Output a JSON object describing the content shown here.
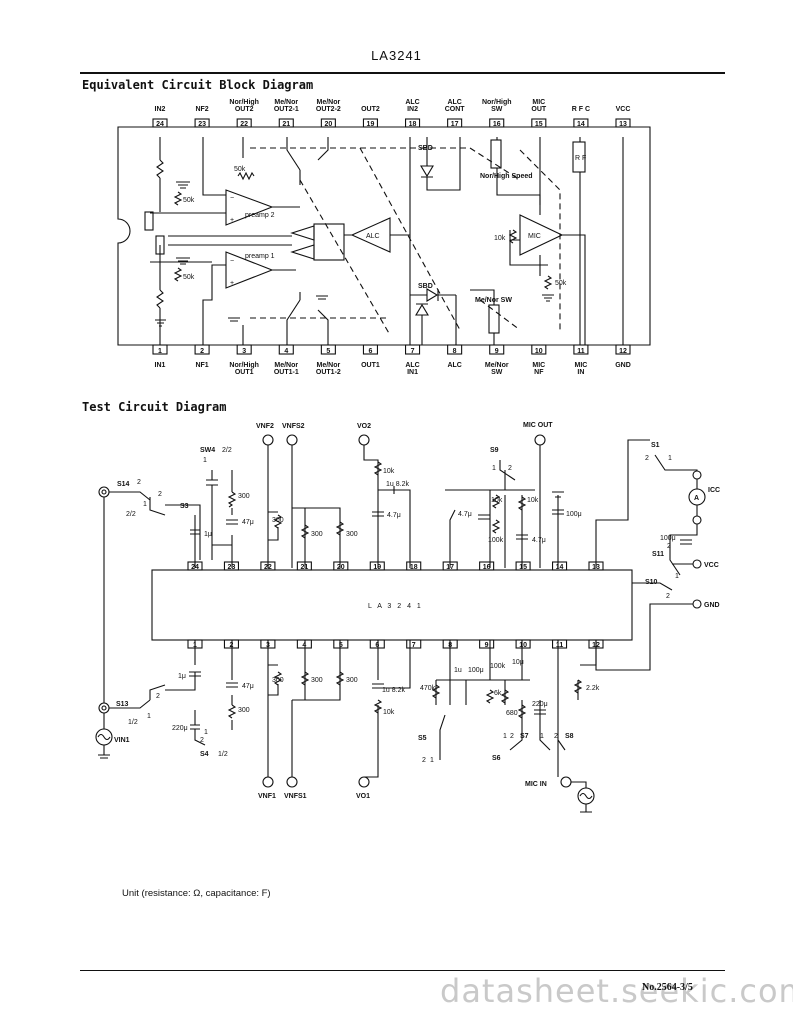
{
  "header": {
    "part_number": "LA3241"
  },
  "block_diagram": {
    "title": "Equivalent Circuit Block Diagram",
    "top_pins": [
      {
        "num": "24",
        "name": [
          "IN2"
        ]
      },
      {
        "num": "23",
        "name": [
          "NF2"
        ]
      },
      {
        "num": "22",
        "name": [
          "Nor/High",
          "OUT2"
        ]
      },
      {
        "num": "21",
        "name": [
          "Me/Nor",
          "OUT2-1"
        ]
      },
      {
        "num": "20",
        "name": [
          "Me/Nor",
          "OUT2-2"
        ]
      },
      {
        "num": "19",
        "name": [
          "OUT2"
        ]
      },
      {
        "num": "18",
        "name": [
          "ALC",
          "IN2"
        ]
      },
      {
        "num": "17",
        "name": [
          "ALC",
          "CONT"
        ]
      },
      {
        "num": "16",
        "name": [
          "Nor/High",
          "SW"
        ]
      },
      {
        "num": "15",
        "name": [
          "MIC",
          "OUT"
        ]
      },
      {
        "num": "14",
        "name": [
          "R F C"
        ]
      },
      {
        "num": "13",
        "name": [
          "VCC"
        ]
      }
    ],
    "bottom_pins": [
      {
        "num": "1",
        "name": [
          "IN1"
        ]
      },
      {
        "num": "2",
        "name": [
          "NF1"
        ]
      },
      {
        "num": "3",
        "name": [
          "Nor/High",
          "OUT1"
        ]
      },
      {
        "num": "4",
        "name": [
          "Me/Nor",
          "OUT1-1"
        ]
      },
      {
        "num": "5",
        "name": [
          "Me/Nor",
          "OUT1-2"
        ]
      },
      {
        "num": "6",
        "name": [
          "OUT1"
        ]
      },
      {
        "num": "7",
        "name": [
          "ALC",
          "IN1"
        ]
      },
      {
        "num": "8",
        "name": [
          "ALC"
        ]
      },
      {
        "num": "9",
        "name": [
          "Me/Nor",
          "SW"
        ]
      },
      {
        "num": "10",
        "name": [
          "MIC",
          "NF"
        ]
      },
      {
        "num": "11",
        "name": [
          "MIC",
          "IN"
        ]
      },
      {
        "num": "12",
        "name": [
          "GND"
        ]
      }
    ],
    "labels": {
      "preamp2": "preamp 2",
      "preamp1": "preamp 1",
      "alc": "ALC",
      "mic": "MIC",
      "sbd_top": "SBD",
      "sbd_bottom": "SBD",
      "nor_high_speed": "Nor/High Speed",
      "me_nor_sw": "Me/Nor SW",
      "rfc_box": "R F",
      "r_50k_a": "50k",
      "r_50k_b": "50k",
      "r_50k_c": "50k",
      "r_50k_d": "50k",
      "r_10k": "10k"
    }
  },
  "test_circuit": {
    "title": "Test Circuit Diagram",
    "ic_label": "L A 3 2 4 1",
    "top_pins": [
      "24",
      "23",
      "22",
      "21",
      "20",
      "19",
      "18",
      "17",
      "16",
      "15",
      "14",
      "13"
    ],
    "bottom_pins": [
      "1",
      "2",
      "3",
      "4",
      "5",
      "6",
      "7",
      "8",
      "9",
      "10",
      "11",
      "12"
    ],
    "terminals": {
      "vnf2": "VNF2",
      "vnfs2": "VNFS2",
      "vo2": "VO2",
      "mic_out": "MIC OUT",
      "vnf1": "VNF1",
      "vnfs1": "VNFS1",
      "vo1": "VO1",
      "mic_in": "MIC IN",
      "vin1": "VIN1",
      "vcc": "VCC",
      "gnd": "GND",
      "icc": "ICC",
      "ammeter": "A"
    },
    "switches": {
      "s14": "S14",
      "s3": "S3",
      "sw4": "SW4",
      "s9": "S9",
      "s1": "S1",
      "s11": "S11",
      "s10": "S10",
      "s13": "S13",
      "s4": "S4",
      "s5": "S5",
      "s6": "S6",
      "s7": "S7",
      "s8": "S8"
    },
    "switch_positions": {
      "p1": "1",
      "p2": "2",
      "half": "1/2",
      "twohalf": "2/2"
    },
    "components": {
      "c_1u_top": "1μ",
      "c_47u_23": "47μ",
      "r_300_23": "300",
      "r_300_22": "300",
      "r_300_21": "300",
      "r_300_20": "300",
      "r_10k_19": "10k",
      "c_1u_82k_19": "1u  8.2k",
      "c_47u_19": "4.7μ",
      "c_47u_17": "4.7μ",
      "r_10k_16": "10k",
      "r_100k_16": "100k",
      "c_47u_15": "4.7μ",
      "r_10k_15": "10k",
      "c_100u_14": "100μ",
      "c_100u_13": "100μ",
      "c_1u_bot": "1μ",
      "c_47u_2": "47μ",
      "r_300_2": "300",
      "c_220u": "220μ",
      "r_300_3": "300",
      "r_300_4": "300",
      "r_300_5": "300",
      "c_1u_82k_6": "1u  8.2k",
      "r_10k_6": "10k",
      "r_470k": "470k",
      "c_1u_8": "1u",
      "c_100u_9": "100μ",
      "r_100k_9": "100k",
      "r_6k_9": "6k",
      "c_10u_10": "10μ",
      "r_680": "680",
      "c_220u_10": "220μ",
      "r_22k_11": "2.2k"
    }
  },
  "note": "Unit (resistance: Ω, capacitance: F)",
  "footer": {
    "doc_number": "No.2564-3/5",
    "watermark": "datasheet.seekic.com"
  }
}
